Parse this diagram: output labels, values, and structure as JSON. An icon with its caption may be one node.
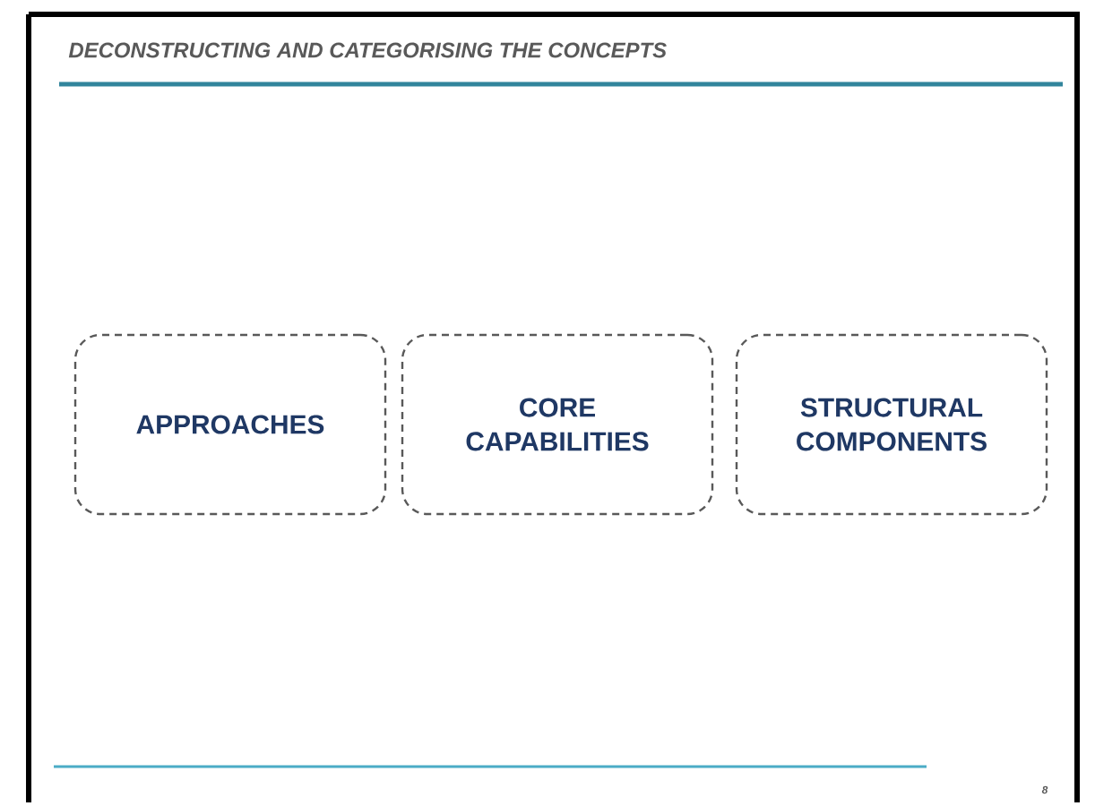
{
  "diagram": {
    "title": "DECONSTRUCTING AND CATEGORISING THE CONCEPTS",
    "nodes": [
      {
        "text": [
          "APPROACHES"
        ]
      },
      {
        "text": [
          "CORE CAPABILITIES"
        ]
      },
      {
        "text": [
          "STRUCTURAL COMPONENTS"
        ]
      }
    ],
    "labels": [
      "8"
    ]
  }
}
